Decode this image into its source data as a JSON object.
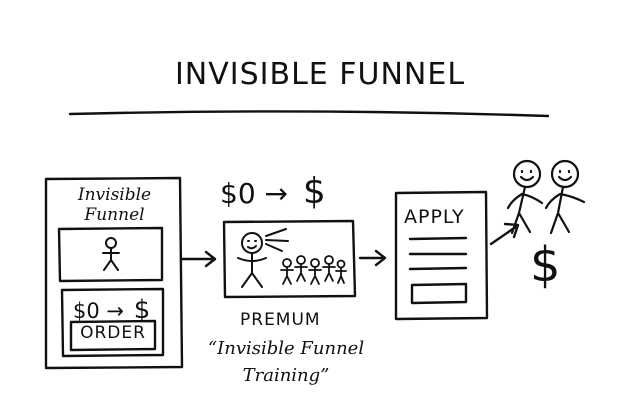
{
  "title": "INVISIBLE FUNNEL",
  "box1": {
    "title": "Invisible Funnel",
    "price_from": "$0",
    "arrow": "→",
    "price_to": "$",
    "order_label": "ORDER"
  },
  "premium": {
    "price_from": "$0",
    "arrow": "→",
    "price_to": "$",
    "label": "PREMUM",
    "subtitle_line1": "“Invisible Funnel",
    "subtitle_line2": "Training”"
  },
  "apply": {
    "label": "APPLY"
  },
  "result": {
    "symbol": "$"
  },
  "icons": [
    "stick-figure-icon",
    "speaking-figure-icon",
    "audience-icon",
    "arrow-right-icon",
    "walking-people-icon"
  ]
}
